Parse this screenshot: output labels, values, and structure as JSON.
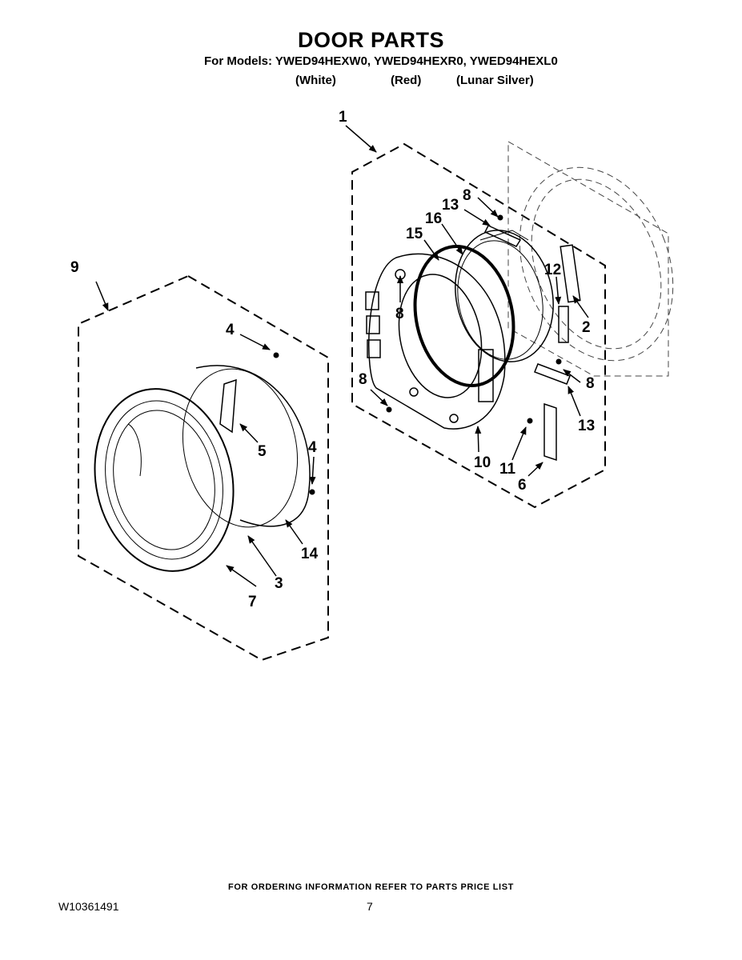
{
  "header": {
    "title": "DOOR PARTS",
    "models_line": "For Models: YWED94HEXW0, YWED94HEXR0, YWED94HEXL0",
    "variants": [
      "(White)",
      "(Red)",
      "(Lunar Silver)"
    ]
  },
  "callouts": {
    "c1": "1",
    "c2": "2",
    "c3": "3",
    "c4a": "4",
    "c4b": "4",
    "c5": "5",
    "c6": "6",
    "c7": "7",
    "c8a": "8",
    "c8b": "8",
    "c8c": "8",
    "c8d": "8",
    "c9": "9",
    "c10": "10",
    "c11": "11",
    "c12": "12",
    "c13a": "13",
    "c13b": "13",
    "c14": "14",
    "c15": "15",
    "c16": "16"
  },
  "footer": {
    "note": "FOR ORDERING INFORMATION REFER TO PARTS PRICE LIST",
    "doc_number": "W10361491",
    "page_number": "7"
  }
}
